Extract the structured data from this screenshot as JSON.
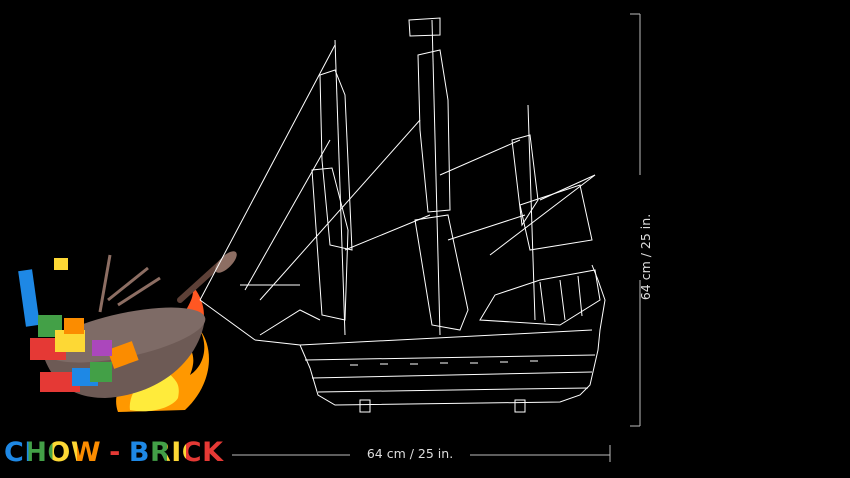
{
  "logo": {
    "part1": "CHOW",
    "separator": "-",
    "part2": "BRICK",
    "colors": [
      "#1e88e5",
      "#43a047",
      "#fdd835",
      "#fb8c00",
      "#e53935",
      "#ff7043",
      "#1e88e5",
      "#43a047",
      "#fdd835",
      "#e53935",
      "#e53935"
    ]
  },
  "dimensions": {
    "width_label": "64 cm / 25 in.",
    "height_label": "64 cm / 25 in."
  },
  "colors": {
    "background": "#000000",
    "outline": "#ffffff",
    "dimension_line": "#bbbbbb"
  }
}
